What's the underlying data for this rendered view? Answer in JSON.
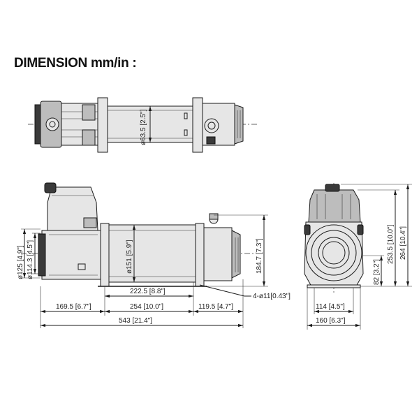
{
  "title": "DIMENSION mm/in :",
  "dimensions": {
    "shaft_dia": "ø63.5 [2.5\"]",
    "flange_dia_125": "ø125 [4.9\"]",
    "flange_dia_114": "ø114.3 [4.5\"]",
    "drum_dia": "ø151 [5.9\"]",
    "height_184": "184.7 [7.3\"]",
    "len_222": "222.5 [8.8\"]",
    "len_169": "169.5 [6.7\"]",
    "len_254": "254 [10.0\"]",
    "len_119": "119.5 [4.7\"]",
    "len_543": "543 [21.4\"]",
    "holes": "4-ø11[0.43\"]",
    "width_114": "114 [4.5\"]",
    "width_160": "160 [6.3\"]",
    "height_82": "82 [3.2\"]",
    "height_253": "253.5 [10.0\"]",
    "height_264": "264 [10.4\"]"
  }
}
